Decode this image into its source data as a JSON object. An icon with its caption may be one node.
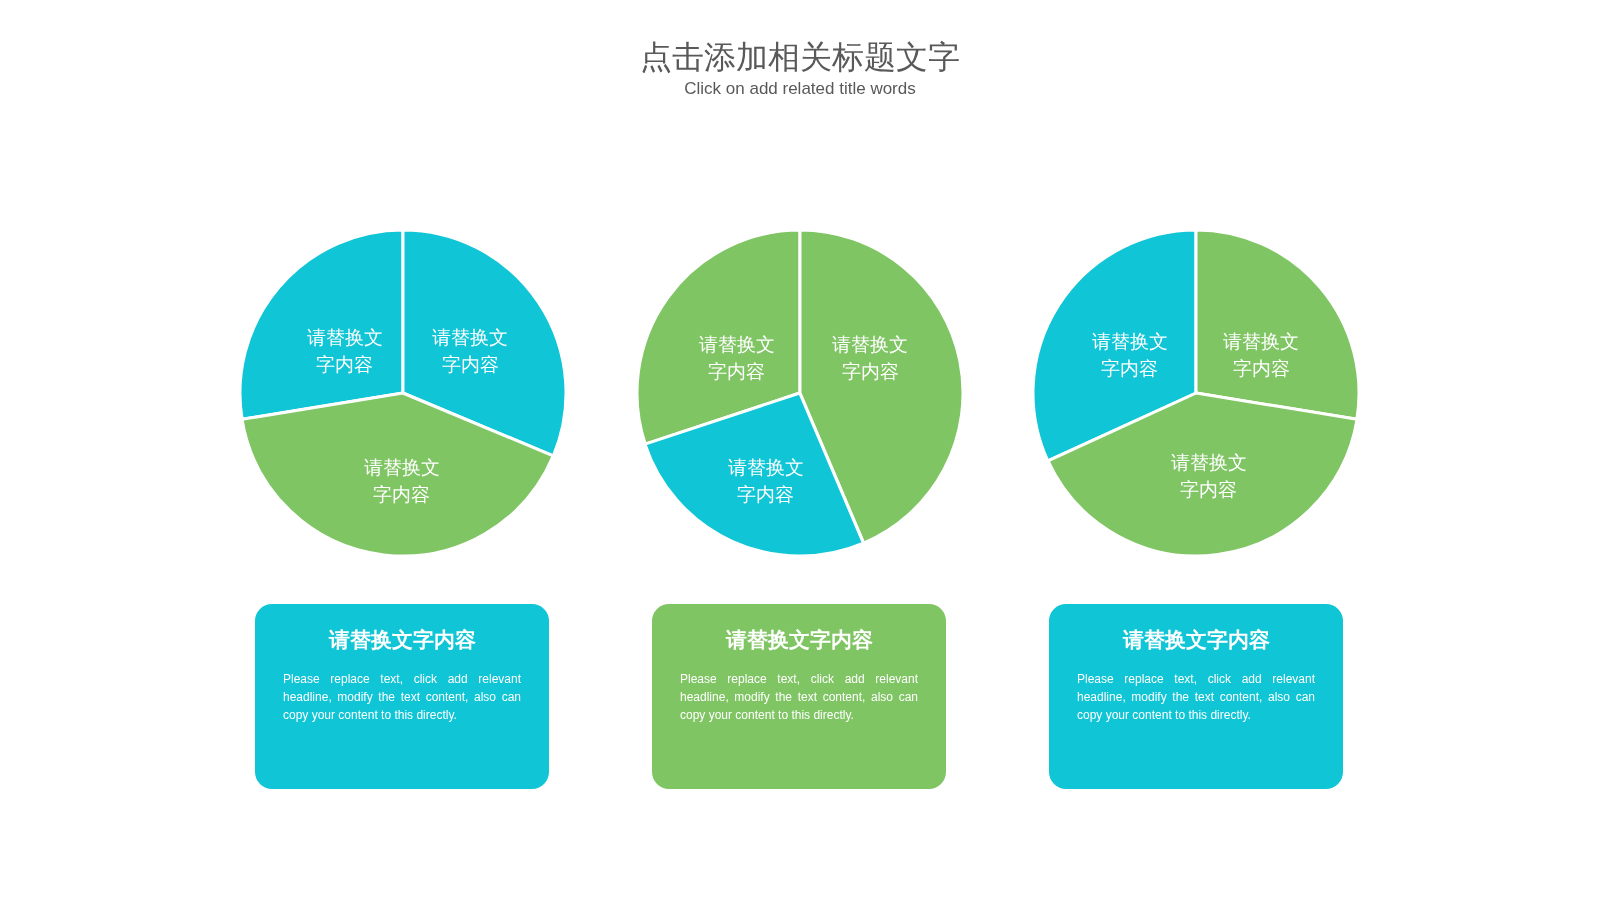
{
  "diagram": {
    "title": "点击添加相关标题文字",
    "labels": [
      "Click on add related title words"
    ],
    "nodes": [
      {
        "text": [
          "请替换文字内容"
        ]
      },
      {
        "text": [
          "请替换文字内容"
        ]
      },
      {
        "text": [
          "请替换文字内容"
        ]
      },
      {
        "text": [
          "请替换文字内容"
        ]
      },
      {
        "text": [
          "请替换文字内容"
        ]
      },
      {
        "text": [
          "请替换文字内容"
        ]
      },
      {
        "text": [
          "请替换文字内容"
        ]
      },
      {
        "text": [
          "请替换文字内容"
        ]
      },
      {
        "text": [
          "请替换文字内容"
        ]
      },
      {
        "text": [
          "请替换文字内容",
          "Please replace text, click add relevant headline, modify the text content, also can copy your content to this directly."
        ]
      },
      {
        "text": [
          "请替换文字内容",
          "Please replace text, click add relevant headline, modify the text content, also can copy your content to this directly."
        ]
      },
      {
        "text": [
          "请替换文字内容",
          "Please replace text, click add relevant headline, modify the text content, also can copy your content to this directly."
        ]
      }
    ]
  }
}
